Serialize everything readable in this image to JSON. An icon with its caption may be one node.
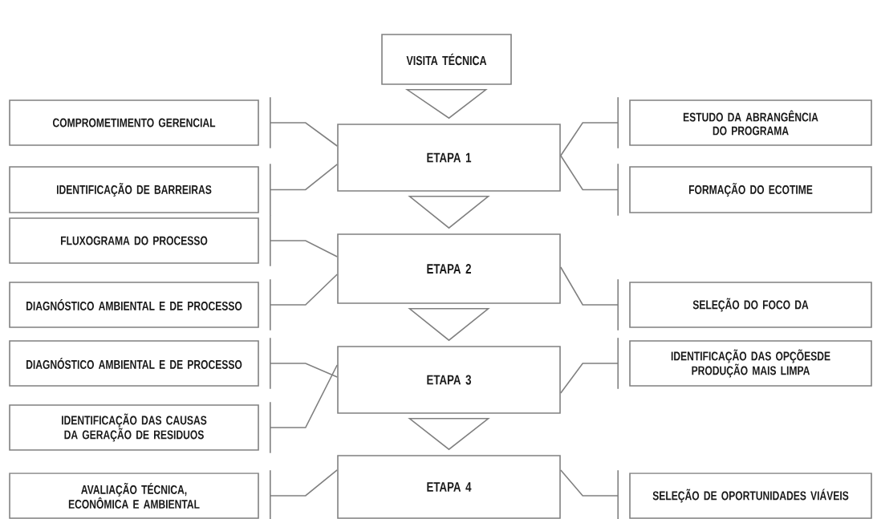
{
  "diagram": {
    "nodes": [
      {
        "text": [
          "VISITA TÉCNICA"
        ]
      },
      {
        "text": [
          "COMPROMETIMENTO GERENCIAL"
        ]
      },
      {
        "text": [
          "ETAPA 1"
        ]
      },
      {
        "text": [
          "ESTUDO DA ABRANGÊNCIA DO PROGRAMA"
        ]
      },
      {
        "text": [
          "IDENTIFICAÇÃO DE BARREIRAS"
        ]
      },
      {
        "text": [
          "FORMAÇÃO DO ECOTIME"
        ]
      },
      {
        "text": [
          "FLUXOGRAMA DO PROCESSO"
        ]
      },
      {
        "text": [
          "ETAPA 2"
        ]
      },
      {
        "text": [
          "DIAGNÓSTICO AMBIENTAL E DE PROCESSO"
        ]
      },
      {
        "text": [
          "SELEÇÃO DO FOCO DA"
        ]
      },
      {
        "text": [
          "DIAGNÓSTICO AMBIENTAL E DE PROCESSO"
        ]
      },
      {
        "text": [
          "IDENTIFICAÇÃO DAS OPÇÕESDE PRODUÇÃO MAIS LIMPA"
        ]
      },
      {
        "text": [
          "ETAPA 3"
        ]
      },
      {
        "text": [
          "IDENTIFICAÇÃO DAS CAUSAS DA GERAÇÃO DE RESIDUOS"
        ]
      },
      {
        "text": [
          "ETAPA 4"
        ]
      },
      {
        "text": [
          "AVALIAÇÃO TÉCNICA, ECONÔMICA E AMBIENTAL"
        ]
      },
      {
        "text": [
          "SELEÇÃO DE OPORTUNIDADES VIÁVEIS"
        ]
      }
    ],
    "edges": [
      {
        "from": 0,
        "to": 2,
        "arrow": "to"
      },
      {
        "from": 2,
        "to": 7,
        "arrow": "to"
      },
      {
        "from": 7,
        "to": 12,
        "arrow": "to"
      },
      {
        "from": 12,
        "to": 14,
        "arrow": "to"
      },
      {
        "from": 1,
        "to": 2,
        "arrow": "none"
      },
      {
        "from": 4,
        "to": 2,
        "arrow": "none"
      },
      {
        "from": 3,
        "to": 2,
        "arrow": "none"
      },
      {
        "from": 5,
        "to": 2,
        "arrow": "none"
      },
      {
        "from": 6,
        "to": 7,
        "arrow": "none"
      },
      {
        "from": 8,
        "to": 7,
        "arrow": "none"
      },
      {
        "from": 9,
        "to": 7,
        "arrow": "none"
      },
      {
        "from": 10,
        "to": 12,
        "arrow": "none"
      },
      {
        "from": 13,
        "to": 12,
        "arrow": "none"
      },
      {
        "from": 11,
        "to": 12,
        "arrow": "none"
      },
      {
        "from": 15,
        "to": 14,
        "arrow": "none"
      },
      {
        "from": 16,
        "to": 14,
        "arrow": "none"
      }
    ]
  }
}
